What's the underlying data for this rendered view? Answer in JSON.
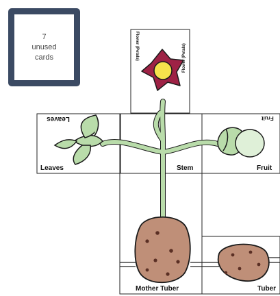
{
  "deck": {
    "count": "7",
    "line2": "unused",
    "line3": "cards"
  },
  "cards": {
    "flower_left": "Flower",
    "flower_left_sub": "(Petals)",
    "flower_right": "Flower",
    "flower_right_sub": "(Petals)",
    "leaves_top": "Leaves",
    "leaves_bottom": "Leaves",
    "stem": "Stem",
    "fruit_top": "Fruit",
    "fruit_bottom": "Fruit",
    "mother_tuber": "Mother Tuber",
    "tuber": "Tuber"
  },
  "colors": {
    "deck_border": "#3b4a63",
    "stem_green": "#b9dcaa",
    "outline": "#1a1a1a",
    "petal": "#9e2245",
    "flower_center": "#f6e24c",
    "tuber_brown": "#bf8f78",
    "tuber_spot": "#5a2f24"
  }
}
